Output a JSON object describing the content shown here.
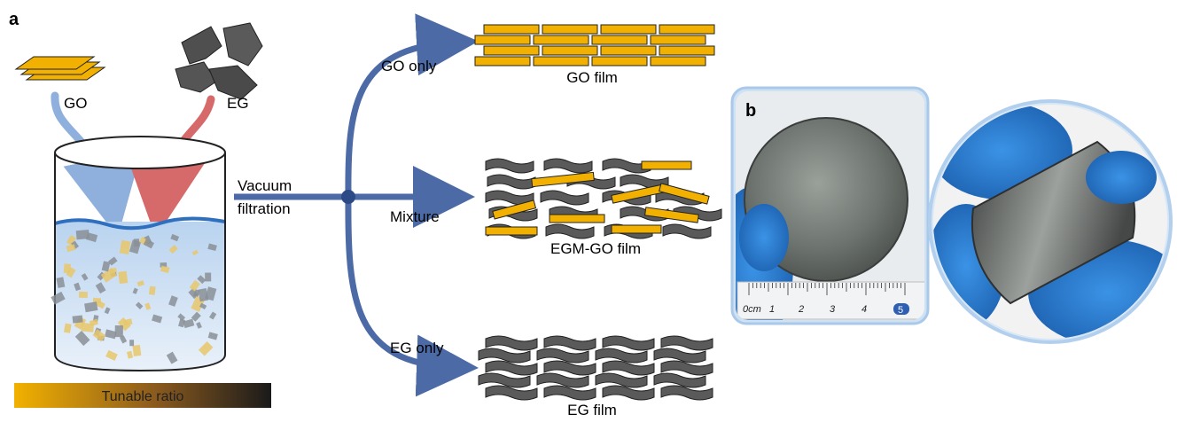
{
  "panels": {
    "a": "a",
    "b": "b"
  },
  "inputs": {
    "go_label": "GO",
    "eg_label": "EG"
  },
  "process": {
    "line1": "Vacuum",
    "line2": "filtration"
  },
  "branches": {
    "top": "GO only",
    "middle": "Mixture",
    "bottom": "EG only"
  },
  "films": {
    "top": "GO film",
    "middle": "EGM-GO film",
    "bottom": "EG film"
  },
  "ratio_bar": {
    "label": "Tunable ratio"
  },
  "ruler": {
    "unit": "0cm",
    "ticks": [
      "1",
      "2",
      "3",
      "4",
      "5"
    ]
  },
  "colors": {
    "go": "#f2b100",
    "eg": "#5a5a5a",
    "arrow": "#4b6aa6",
    "go_arrow": "#8fb0dc",
    "eg_arrow": "#d66a6a",
    "glove": "#2a7fd6"
  }
}
